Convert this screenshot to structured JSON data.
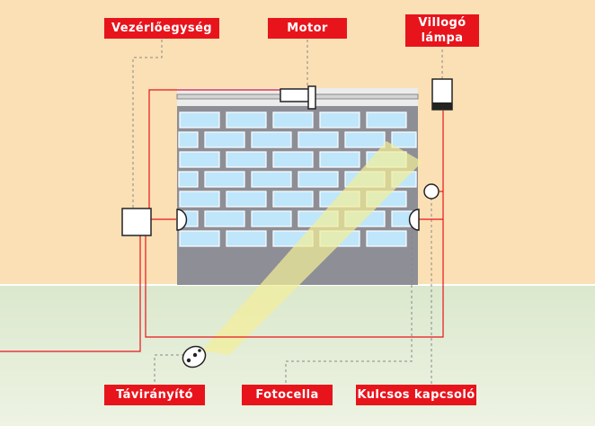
{
  "labels": {
    "control_unit": "Vezérlőegység",
    "motor": "Motor",
    "flashing_lamp_line1": "Villogó",
    "flashing_lamp_line2": "lámpa",
    "remote_control": "Távirányító",
    "photocell": "Fotocella",
    "key_switch": "Kulcsos kapcsoló"
  },
  "colors": {
    "wall": "#fbe0b5",
    "ground": "#e3ecd4",
    "door": "#8e8e96",
    "brick": "#bfe6fb",
    "label_bg": "#e8141c",
    "label_text": "#ffffff",
    "wire": "#e8141c",
    "leader": "#888888",
    "beam": "#f3ee9a"
  },
  "icons": [
    "control-box-icon",
    "motor-icon",
    "flashing-lamp-icon",
    "photocell-left-icon",
    "photocell-right-icon",
    "key-switch-icon",
    "remote-control-icon"
  ]
}
